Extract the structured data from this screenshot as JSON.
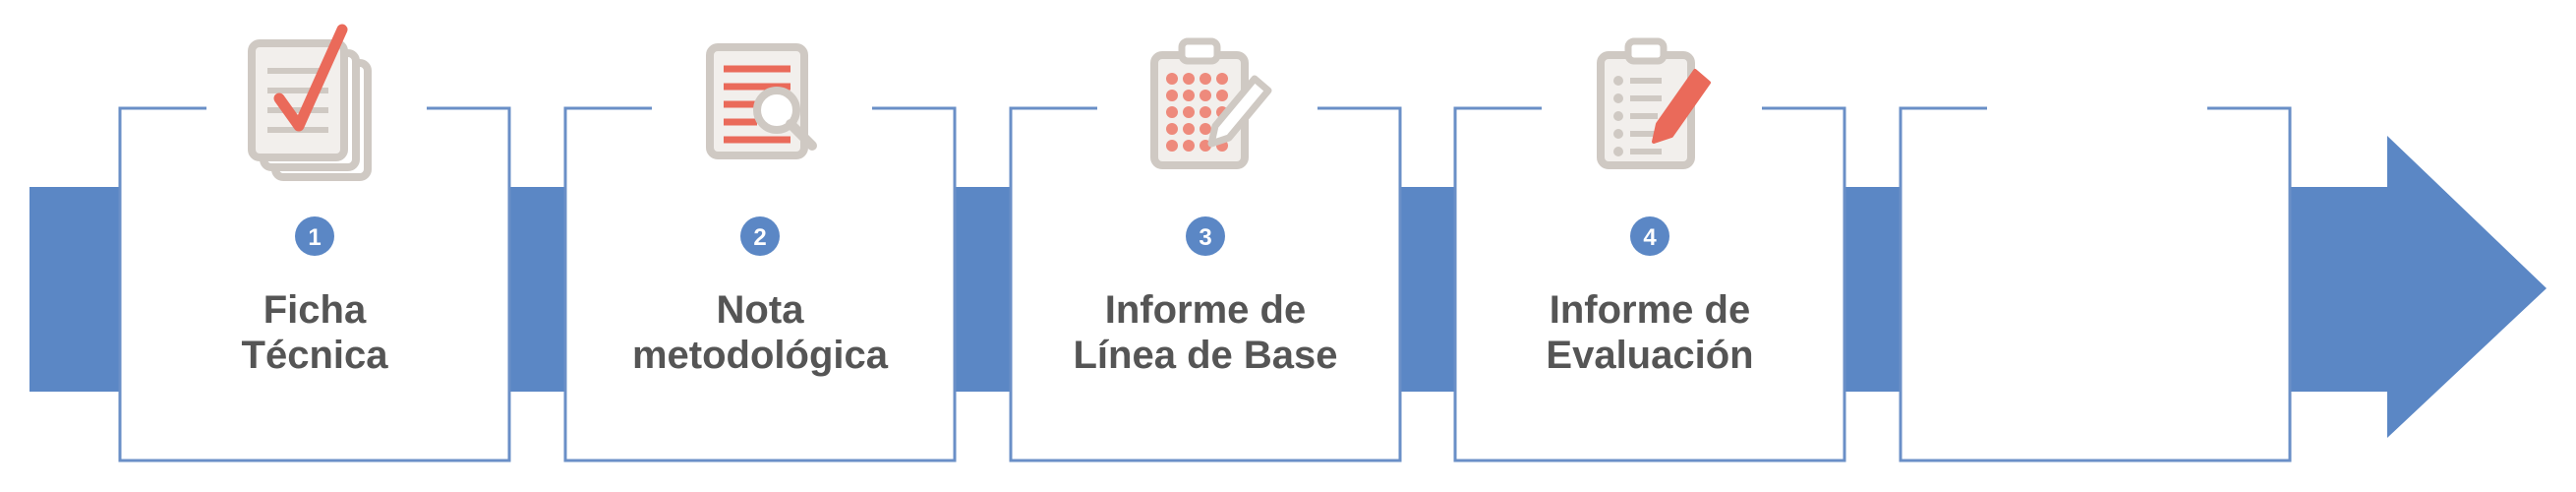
{
  "diagram": {
    "colors": {
      "arrow": "#5b87c5",
      "box_border": "#6a8fc7",
      "box_fill": "#ffffff",
      "badge": "#5b87c5",
      "badge_text": "#ffffff",
      "label_text": "#555555",
      "icon_gray": "#cfc9c3",
      "icon_red": "#ea6a5a"
    },
    "steps": [
      {
        "number": "1",
        "line1": "Ficha",
        "line2": "Técnica",
        "icon": "documents-check-icon"
      },
      {
        "number": "2",
        "line1": "Nota",
        "line2": "metodológica",
        "icon": "document-magnifier-icon"
      },
      {
        "number": "3",
        "line1": "Informe de",
        "line2": "Línea de Base",
        "icon": "clipboard-grid-pencil-icon"
      },
      {
        "number": "4",
        "line1": "Informe de",
        "line2": "Evaluación",
        "icon": "clipboard-list-pencil-icon"
      },
      {
        "number": "",
        "line1": "",
        "line2": "",
        "icon": ""
      }
    ]
  }
}
